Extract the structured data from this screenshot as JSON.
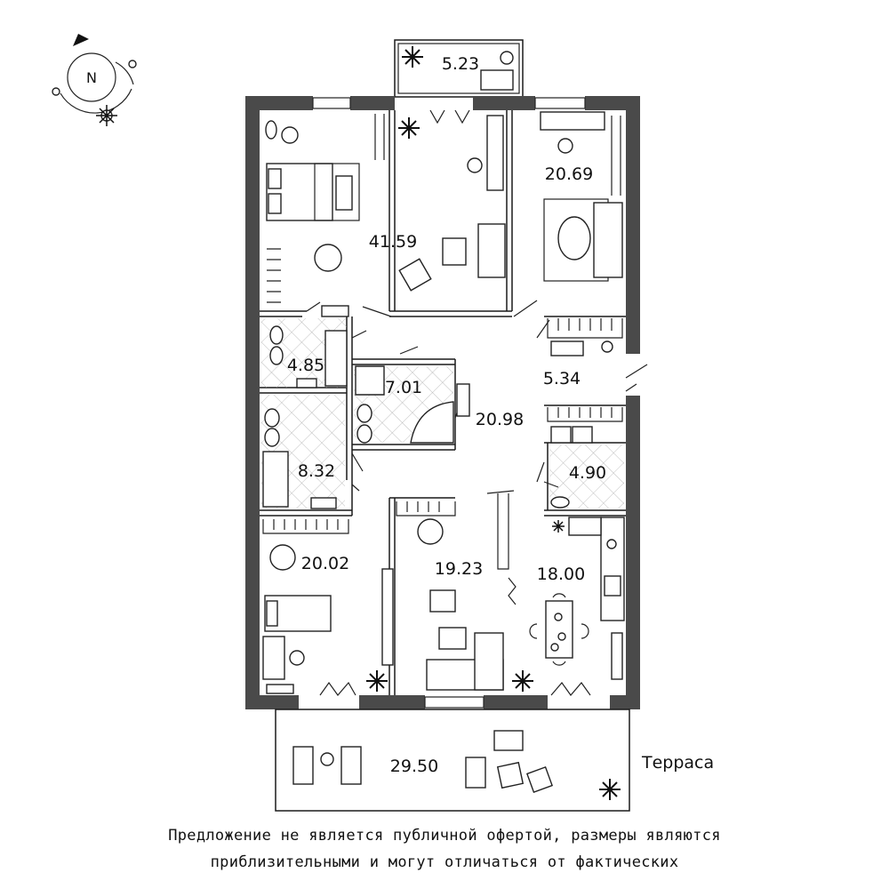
{
  "compass": {
    "letter": "N"
  },
  "rooms": [
    {
      "id": "balcony",
      "area": "5.23"
    },
    {
      "id": "bedroom-master",
      "area": "41.59"
    },
    {
      "id": "study",
      "area": "20.69"
    },
    {
      "id": "bathroom-small",
      "area": "4.85"
    },
    {
      "id": "bathroom-corner",
      "area": "7.01"
    },
    {
      "id": "hall-right",
      "area": "5.34"
    },
    {
      "id": "hallway",
      "area": "20.98"
    },
    {
      "id": "bathroom-tub",
      "area": "8.32"
    },
    {
      "id": "laundry",
      "area": "4.90"
    },
    {
      "id": "bedroom-left",
      "area": "20.02"
    },
    {
      "id": "living-room",
      "area": "19.23"
    },
    {
      "id": "kitchen",
      "area": "18.00"
    },
    {
      "id": "terrace",
      "area": "29.50"
    }
  ],
  "labels": {
    "terrace": "Терраса"
  },
  "disclaimer": {
    "line1": "Предложение не является публичной офертой, размеры являются",
    "line2": "приблизительными и могут отличаться от фактических"
  },
  "colors": {
    "wall": "#4a4a4a",
    "tile_hatch": "#999999"
  }
}
